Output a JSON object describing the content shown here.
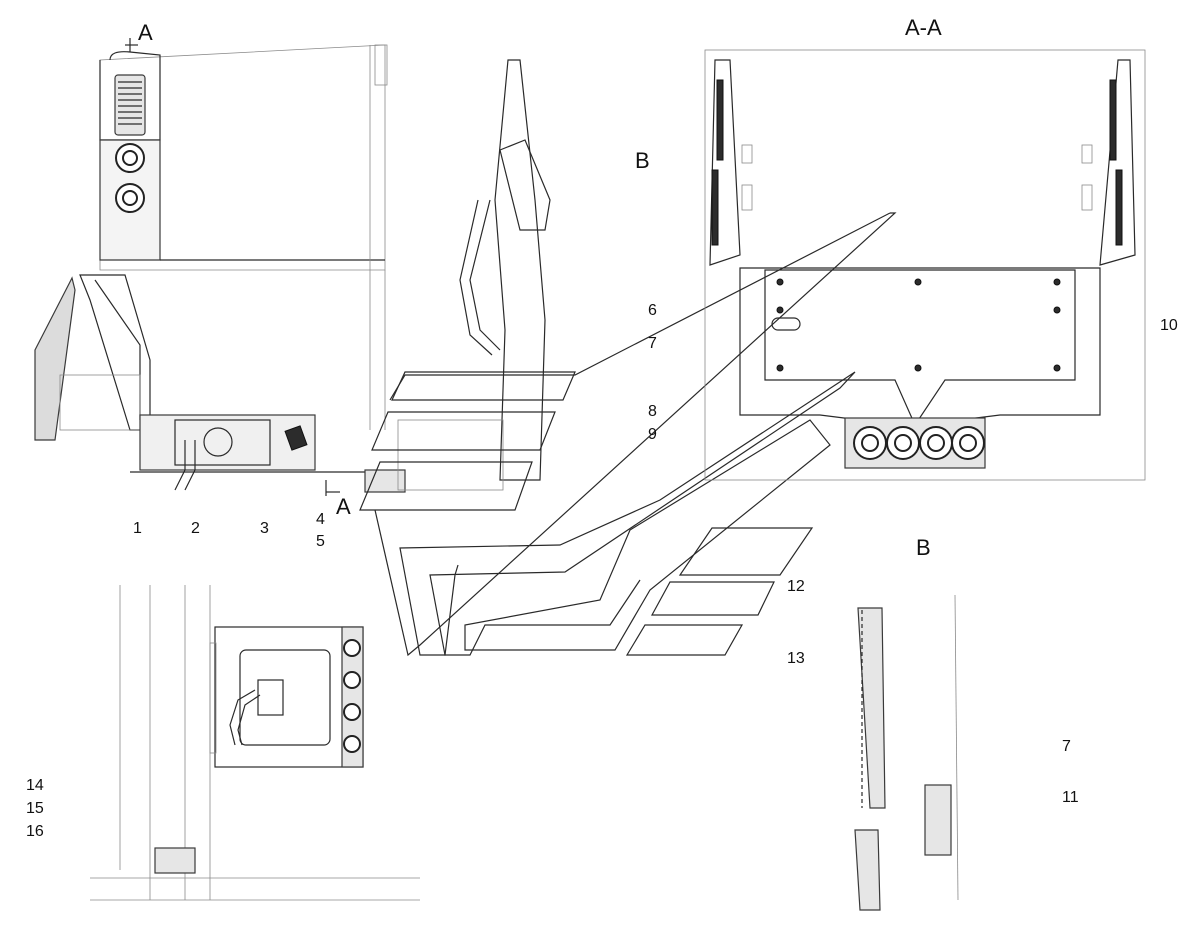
{
  "views": {
    "section_label_top": "A",
    "section_label_bottom": "A",
    "section_title": "A-A",
    "detail_ref": "B",
    "detail_title": "B"
  },
  "callouts": [
    "1",
    "2",
    "3",
    "4",
    "5",
    "6",
    "7",
    "8",
    "9",
    "10",
    "12",
    "13",
    "14",
    "15",
    "16",
    "7",
    "11"
  ]
}
